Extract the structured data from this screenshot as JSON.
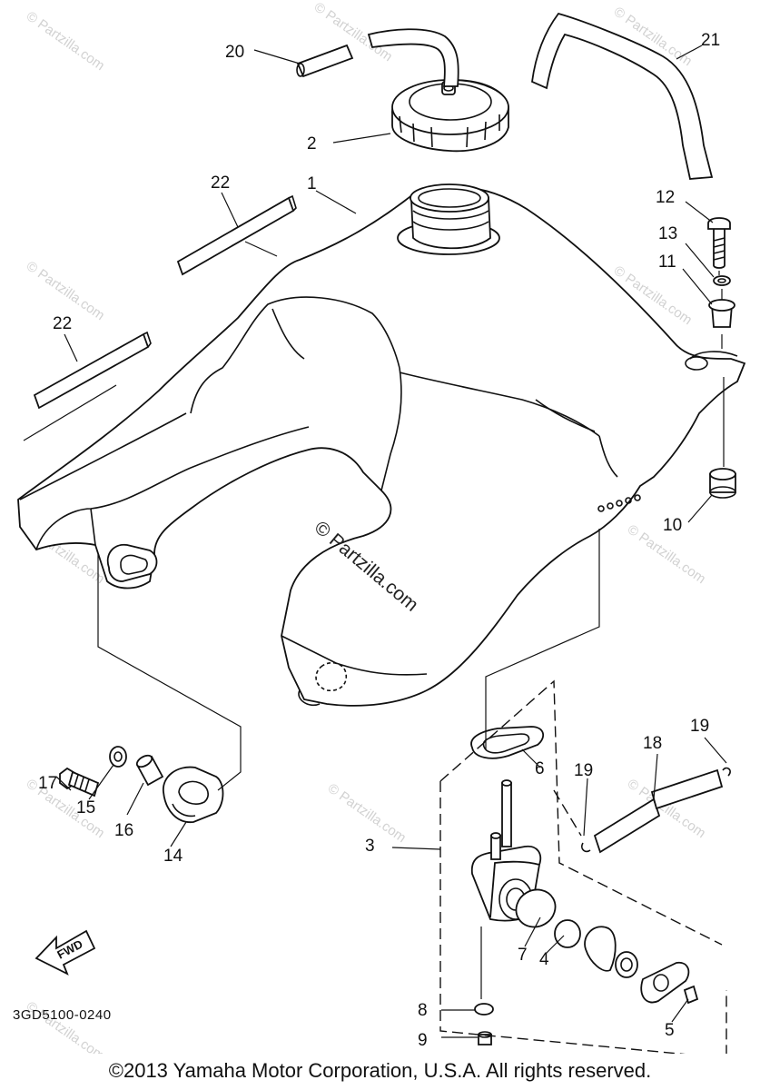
{
  "diagram_code": "3GD5100-0240",
  "fwd_label": "FWD",
  "copyright": "©2013 Yamaha Motor Corporation, U.S.A. All rights reserved.",
  "watermark_text": "© Partzilla.com",
  "callouts": [
    {
      "id": "c1",
      "text": "1"
    },
    {
      "id": "c2",
      "text": "2"
    },
    {
      "id": "c3",
      "text": "3"
    },
    {
      "id": "c4",
      "text": "4"
    },
    {
      "id": "c5",
      "text": "5"
    },
    {
      "id": "c6",
      "text": "6"
    },
    {
      "id": "c7",
      "text": "7"
    },
    {
      "id": "c8",
      "text": "8"
    },
    {
      "id": "c9",
      "text": "9"
    },
    {
      "id": "c10",
      "text": "10"
    },
    {
      "id": "c11",
      "text": "11"
    },
    {
      "id": "c12",
      "text": "12"
    },
    {
      "id": "c13",
      "text": "13"
    },
    {
      "id": "c14",
      "text": "14"
    },
    {
      "id": "c15",
      "text": "15"
    },
    {
      "id": "c16",
      "text": "16"
    },
    {
      "id": "c17",
      "text": "17"
    },
    {
      "id": "c18",
      "text": "18"
    },
    {
      "id": "c19a",
      "text": "19"
    },
    {
      "id": "c19b",
      "text": "19"
    },
    {
      "id": "c20",
      "text": "20"
    },
    {
      "id": "c21",
      "text": "21"
    },
    {
      "id": "c22a",
      "text": "22"
    },
    {
      "id": "c22b",
      "text": "22"
    }
  ]
}
